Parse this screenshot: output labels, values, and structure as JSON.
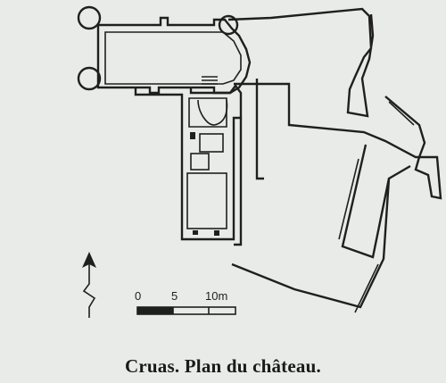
{
  "caption": "Cruas. Plan du château.",
  "scale": {
    "ticks": [
      "0",
      "5",
      "10m"
    ]
  },
  "colors": {
    "paper": "#e9ebe8",
    "ink": "#1f1f1f"
  },
  "icons": {
    "north_arrow": "north-arrow-icon"
  }
}
